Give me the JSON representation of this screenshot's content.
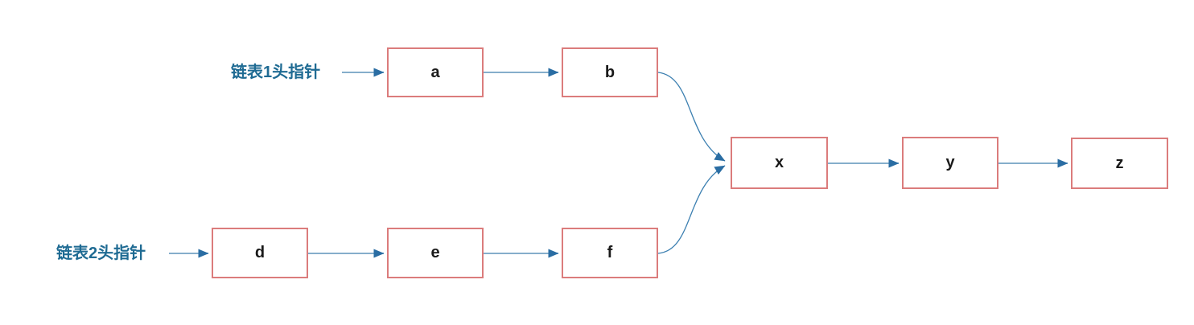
{
  "diagram": {
    "list1": {
      "pointer_label": "链表1头指针",
      "nodes": [
        "a",
        "b"
      ]
    },
    "list2": {
      "pointer_label": "链表2头指针",
      "nodes": [
        "d",
        "e",
        "f"
      ]
    },
    "merged": {
      "nodes": [
        "x",
        "y",
        "z"
      ]
    }
  },
  "colors": {
    "node_border": "#DB7C7C",
    "node_fill": "#FFFFFF",
    "node_text": "#1A1A1A",
    "label_text": "#1F6B93",
    "arrow_shaft": "#85AECB",
    "arrow_head": "#2A6DA3",
    "curve": "#3D80B1"
  }
}
